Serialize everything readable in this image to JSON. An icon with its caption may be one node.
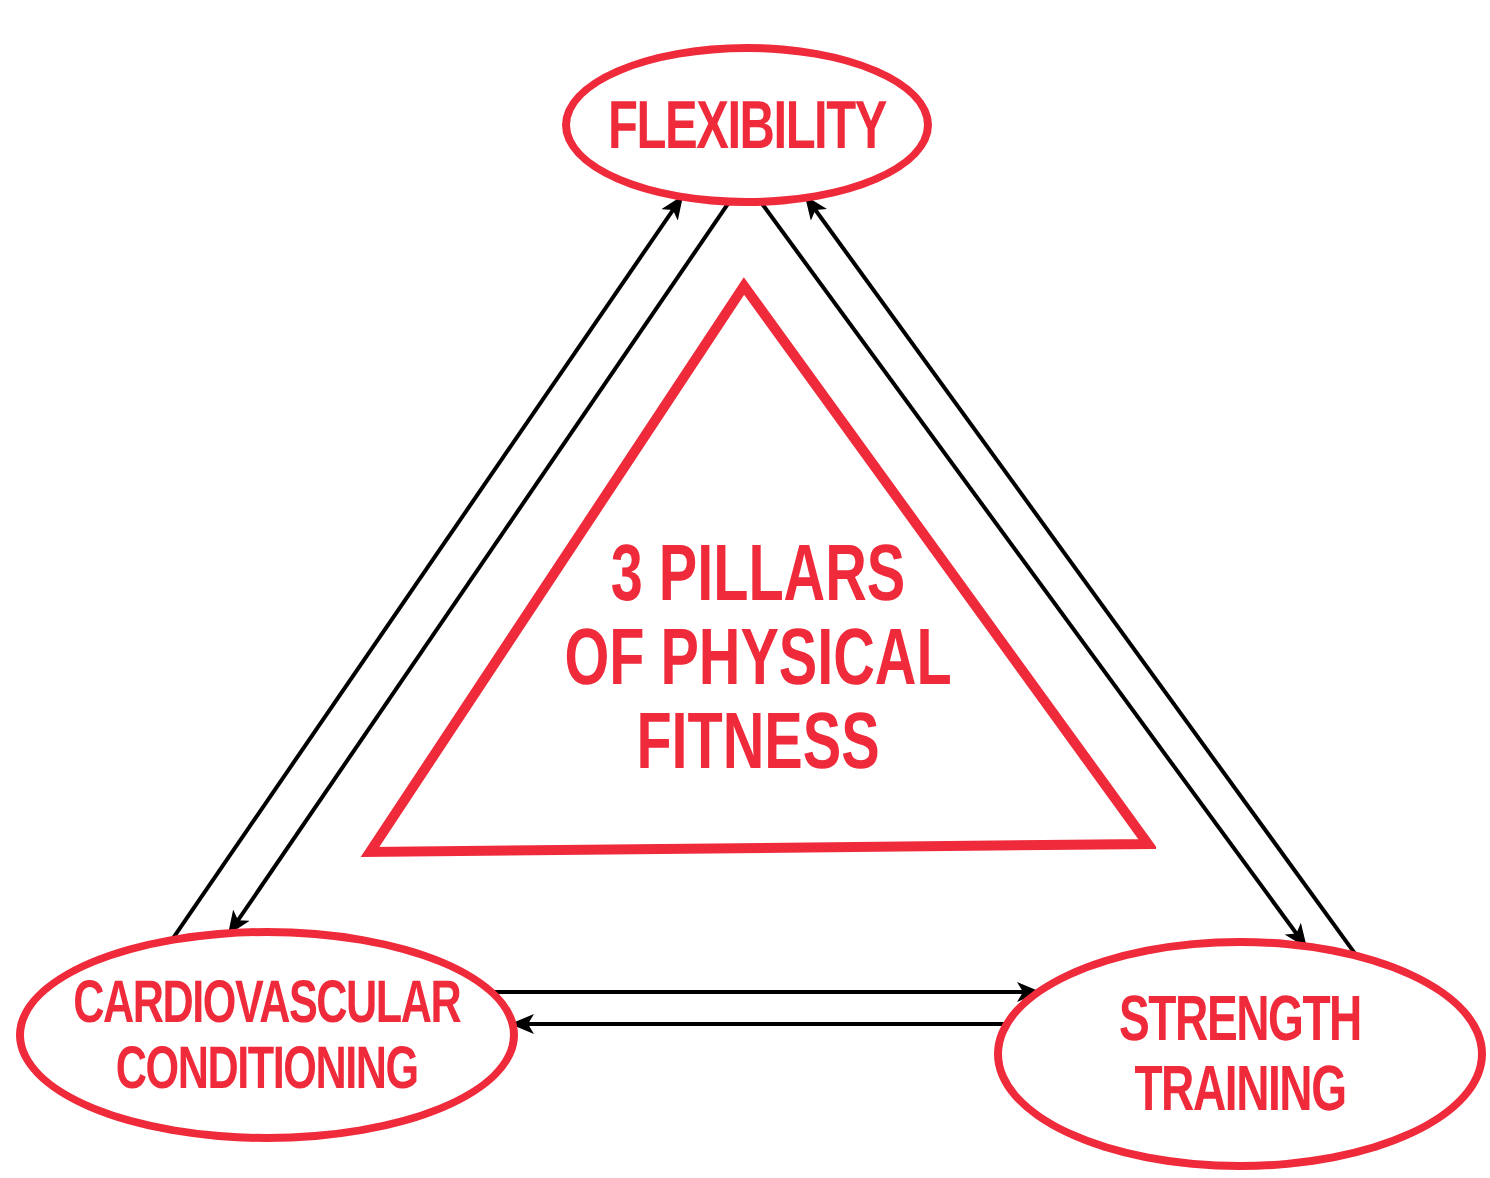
{
  "diagram": {
    "nodes": [
      {
        "text": [
          "FLEXIBILITY"
        ]
      },
      {
        "text": [
          "3 PILLARS OF PHYSICAL FITNESS"
        ]
      },
      {
        "text": [
          "CARDIOVASCULAR CONDITIONING"
        ]
      },
      {
        "text": [
          "STRENGTH TRAINING"
        ]
      }
    ],
    "edges": [
      {
        "from": 2,
        "to": 0,
        "arrow": "to"
      },
      {
        "from": 0,
        "to": 2,
        "arrow": "to"
      },
      {
        "from": 0,
        "to": 3,
        "arrow": "to"
      },
      {
        "from": 3,
        "to": 0,
        "arrow": "to"
      },
      {
        "from": 2,
        "to": 3,
        "arrow": "to"
      },
      {
        "from": 3,
        "to": 2,
        "arrow": "to"
      }
    ]
  }
}
